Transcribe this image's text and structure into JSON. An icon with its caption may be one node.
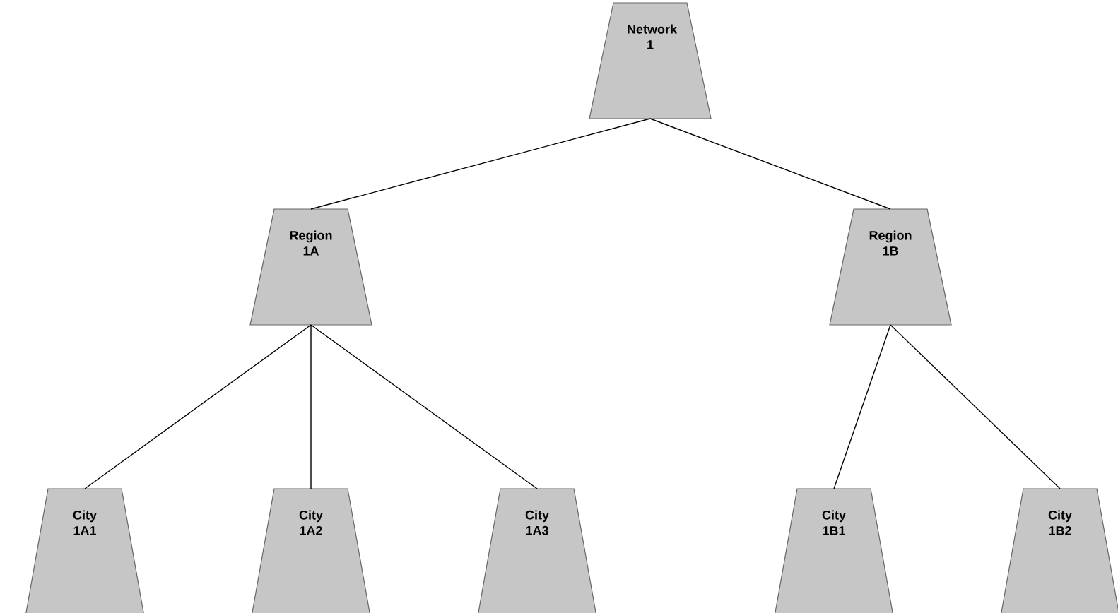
{
  "diagram": {
    "nodes": [
      {
        "text": [
          "Network 1"
        ]
      },
      {
        "text": [
          "Region 1A"
        ]
      },
      {
        "text": [
          "Region 1B"
        ]
      },
      {
        "text": [
          "City 1A1"
        ]
      },
      {
        "text": [
          "City 1A2"
        ]
      },
      {
        "text": [
          "City 1A3"
        ]
      },
      {
        "text": [
          "City 1B1"
        ]
      },
      {
        "text": [
          "City 1B2"
        ]
      }
    ],
    "edges": [
      {
        "from": 0,
        "to": 1,
        "arrow": "none"
      },
      {
        "from": 0,
        "to": 2,
        "arrow": "none"
      },
      {
        "from": 1,
        "to": 3,
        "arrow": "none"
      },
      {
        "from": 1,
        "to": 4,
        "arrow": "none"
      },
      {
        "from": 1,
        "to": 5,
        "arrow": "none"
      },
      {
        "from": 2,
        "to": 6,
        "arrow": "none"
      },
      {
        "from": 2,
        "to": 7,
        "arrow": "none"
      }
    ]
  }
}
